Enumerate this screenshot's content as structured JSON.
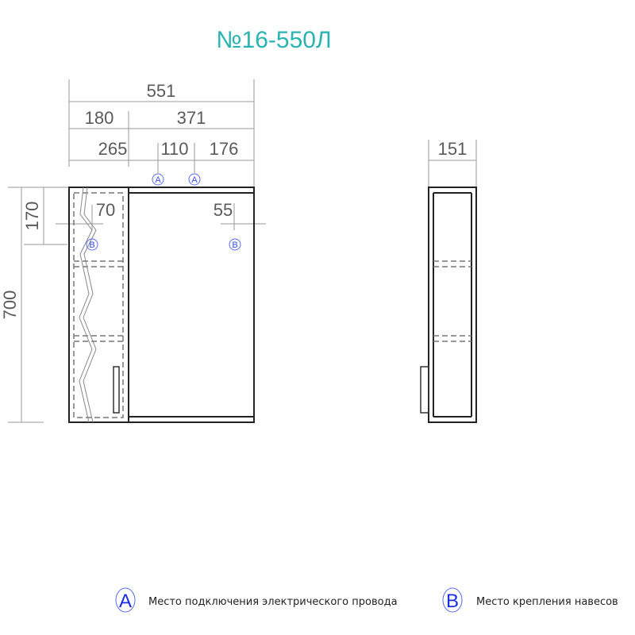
{
  "title": "№16-550Л",
  "dimensions": {
    "total_width": "551",
    "left_section": "180",
    "right_section": "371",
    "offset_a1": "265",
    "a_spacing": "110",
    "offset_a2": "176",
    "depth": "151",
    "height": "700",
    "b_height": "170",
    "b_left": "70",
    "b_right": "55"
  },
  "markers": {
    "a": "A",
    "b": "B"
  },
  "legend": [
    {
      "symbol": "A",
      "text": "Место подключения электрического провода"
    },
    {
      "symbol": "B",
      "text": "Место крепления навесов"
    }
  ],
  "colors": {
    "title": "#2bb3b3",
    "marker": "#3a4ce0"
  }
}
